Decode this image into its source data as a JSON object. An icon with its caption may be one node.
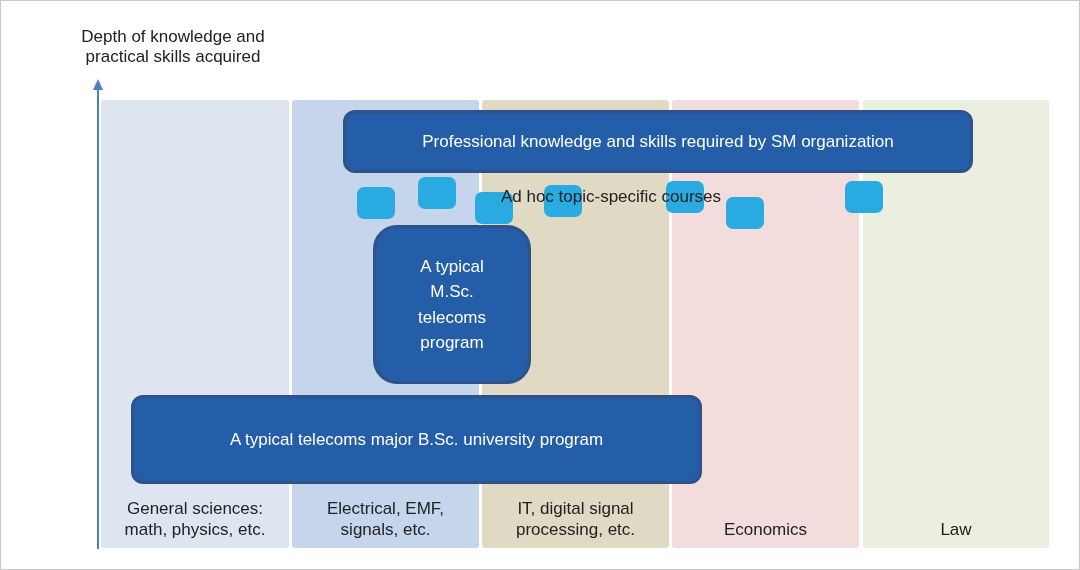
{
  "diagram": {
    "nodes": [
      {
        "text": [
          "General sciences: math, physics, etc."
        ]
      },
      {
        "text": [
          "Electrical, EMF, signals, etc."
        ]
      },
      {
        "text": [
          "IT, digital signal processing, etc."
        ]
      },
      {
        "text": [
          "Economics"
        ]
      },
      {
        "text": [
          "Law"
        ]
      },
      {
        "text": [
          "Professional knowledge and skills required by SM organization"
        ]
      },
      {
        "text": [],
        "shape": "box"
      },
      {
        "text": [],
        "shape": "box"
      },
      {
        "text": [],
        "shape": "box"
      },
      {
        "text": [],
        "shape": "box"
      },
      {
        "text": [],
        "shape": "box"
      },
      {
        "text": [],
        "shape": "box"
      },
      {
        "text": [],
        "shape": "box"
      },
      {
        "text": [
          "A typical M.Sc. telecoms program"
        ]
      },
      {
        "text": [
          "A typical telecoms major B.Sc. university program"
        ]
      }
    ],
    "edges": [],
    "labels": [
      "Depth of knowledge and practical skills acquired",
      "Ad hoc topic-specific courses"
    ]
  }
}
